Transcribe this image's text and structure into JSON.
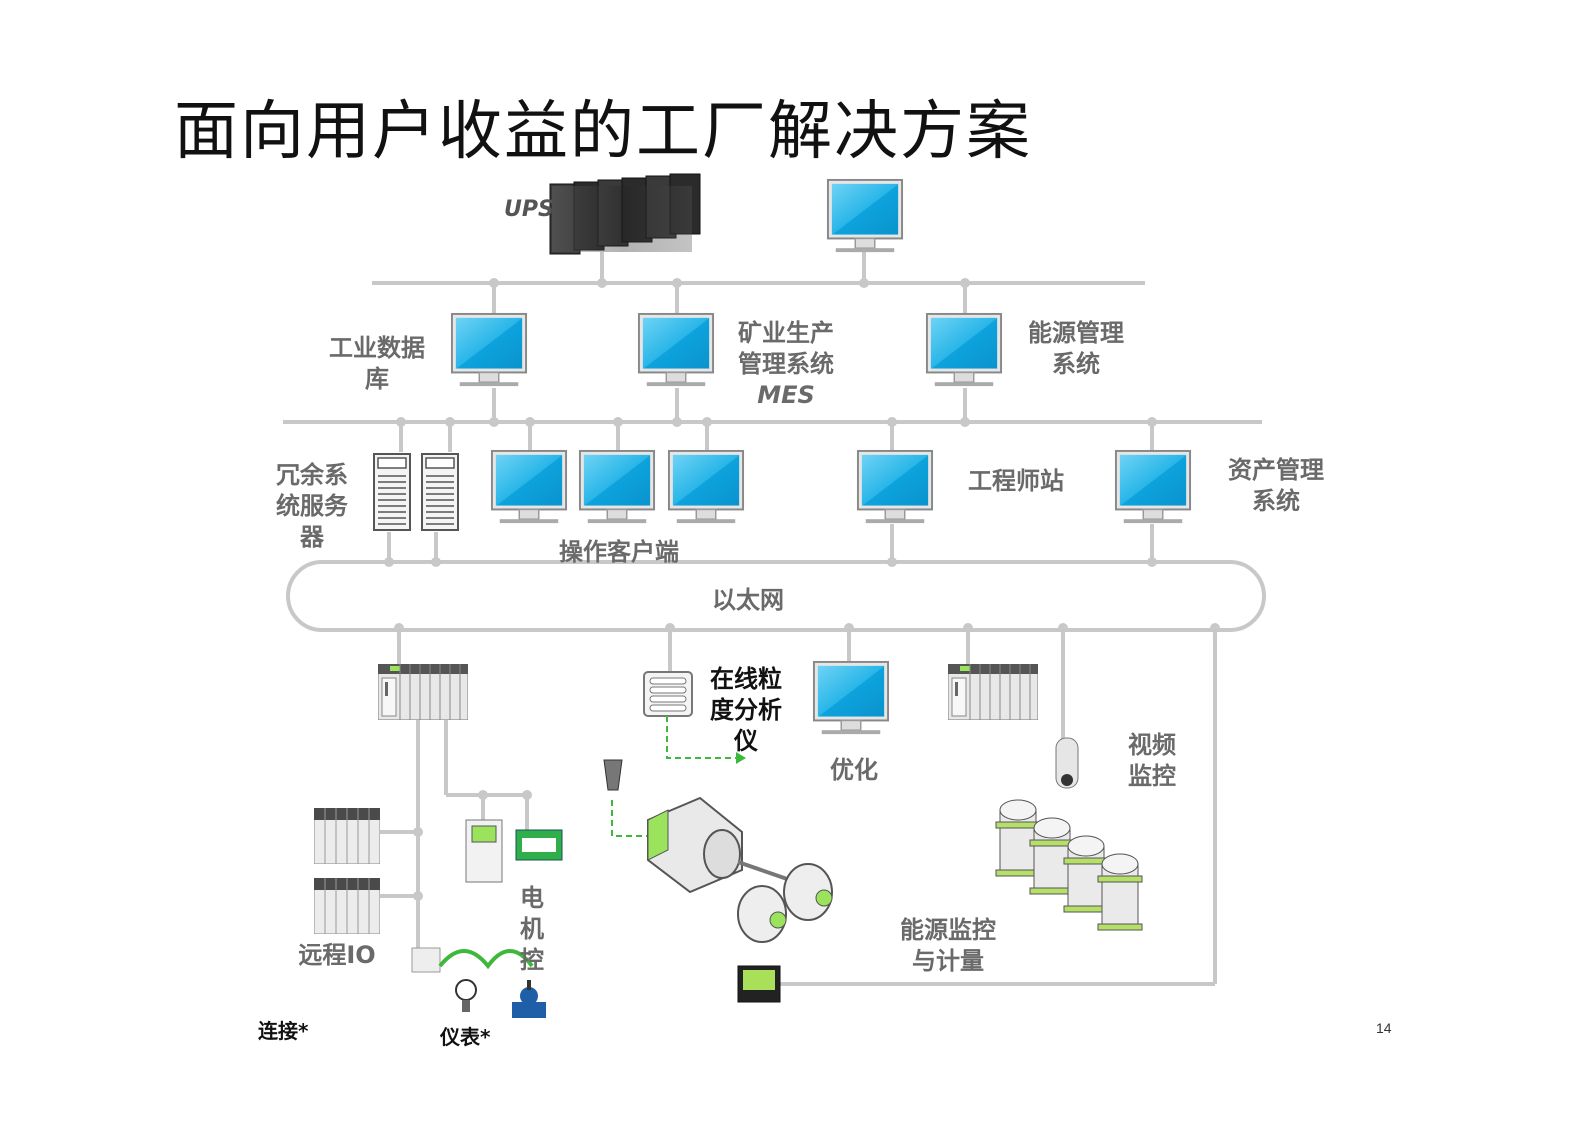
{
  "title": "面向用户收益的工厂解决方案",
  "page_number": "14",
  "labels": {
    "ups": "UPS",
    "industrial_db": [
      "工业数据",
      "库"
    ],
    "mes": [
      "矿业生产",
      "管理系统",
      "MES"
    ],
    "energy_mgmt": [
      "能源管理",
      "系统"
    ],
    "redundant_server": [
      "冗余系",
      "统服务",
      "器"
    ],
    "operator_client": "操作客户端",
    "engineer_station": "工程师站",
    "asset_mgmt": [
      "资产管理",
      "系统"
    ],
    "ethernet": "以太网",
    "particle_analyzer": [
      "在线粒",
      "度分析",
      "仪"
    ],
    "optimize": "优化",
    "video_monitor": [
      "视频",
      "监控"
    ],
    "motor_control": [
      "电",
      "机",
      "控"
    ],
    "remote_io": "远程IO",
    "energy_metering": [
      "能源监控",
      "与计量"
    ],
    "connect": "连接*",
    "instrument": "仪表*"
  },
  "colors": {
    "line": "#c8c8c8",
    "monitor_screen": "#29b6e8",
    "accent_green": "#3db83a",
    "valve_blue": "#1f5fa8"
  },
  "icons": [
    "ups-server-rack-icon",
    "monitor-icon",
    "server-tower-icon",
    "plc-rack-icon",
    "camera-icon",
    "flow-meter-icon",
    "valve-icon",
    "drive-icon",
    "io-module-icon",
    "power-meter-icon",
    "mill-equipment-icon",
    "energy-equipment-icon"
  ]
}
